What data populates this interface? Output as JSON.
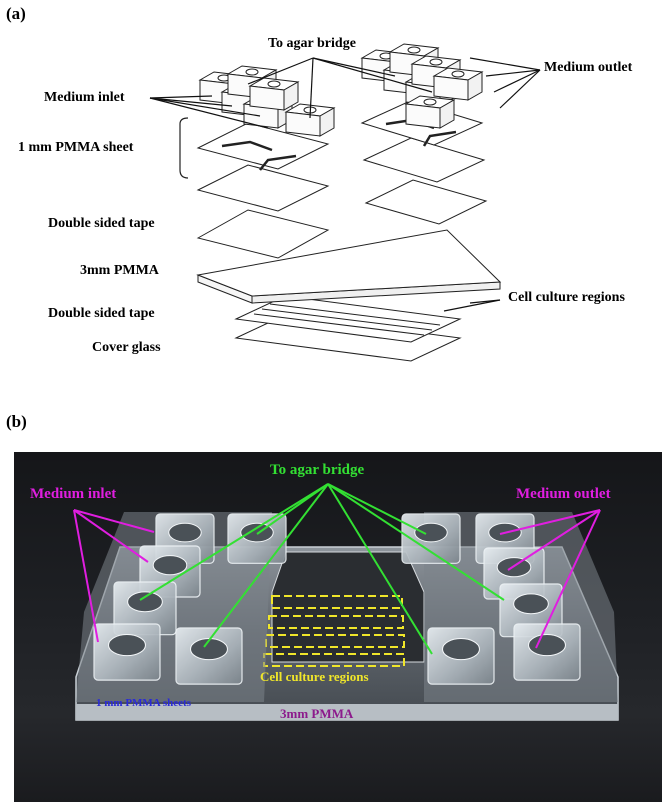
{
  "panel_a": {
    "tag": "(a)",
    "labels": {
      "to_agar_bridge": "To agar bridge",
      "medium_inlet": "Medium inlet",
      "medium_outlet": "Medium outlet",
      "pmma_sheet": "1 mm PMMA sheet",
      "double_tape_top": "Double sided tape",
      "pmma_3mm": "3mm PMMA",
      "double_tape_bottom": "Double sided tape",
      "cell_culture": "Cell culture regions",
      "cover_glass": "Cover glass"
    }
  },
  "panel_b": {
    "tag": "(b)",
    "labels": {
      "to_agar_bridge": "To agar bridge",
      "medium_inlet": "Medium inlet",
      "medium_outlet": "Medium outlet",
      "cell_culture": "Cell culture regions",
      "pmma_sheets": "1 mm PMMA sheets",
      "pmma_3mm": "3mm PMMA"
    },
    "colors": {
      "agar_bridge": "#33e033",
      "inlet_outlet": "#e01ee0",
      "culture": "#f0e62a",
      "pmma_sheets": "#2a2ad8",
      "pmma_3mm": "#8c1a8c"
    }
  }
}
